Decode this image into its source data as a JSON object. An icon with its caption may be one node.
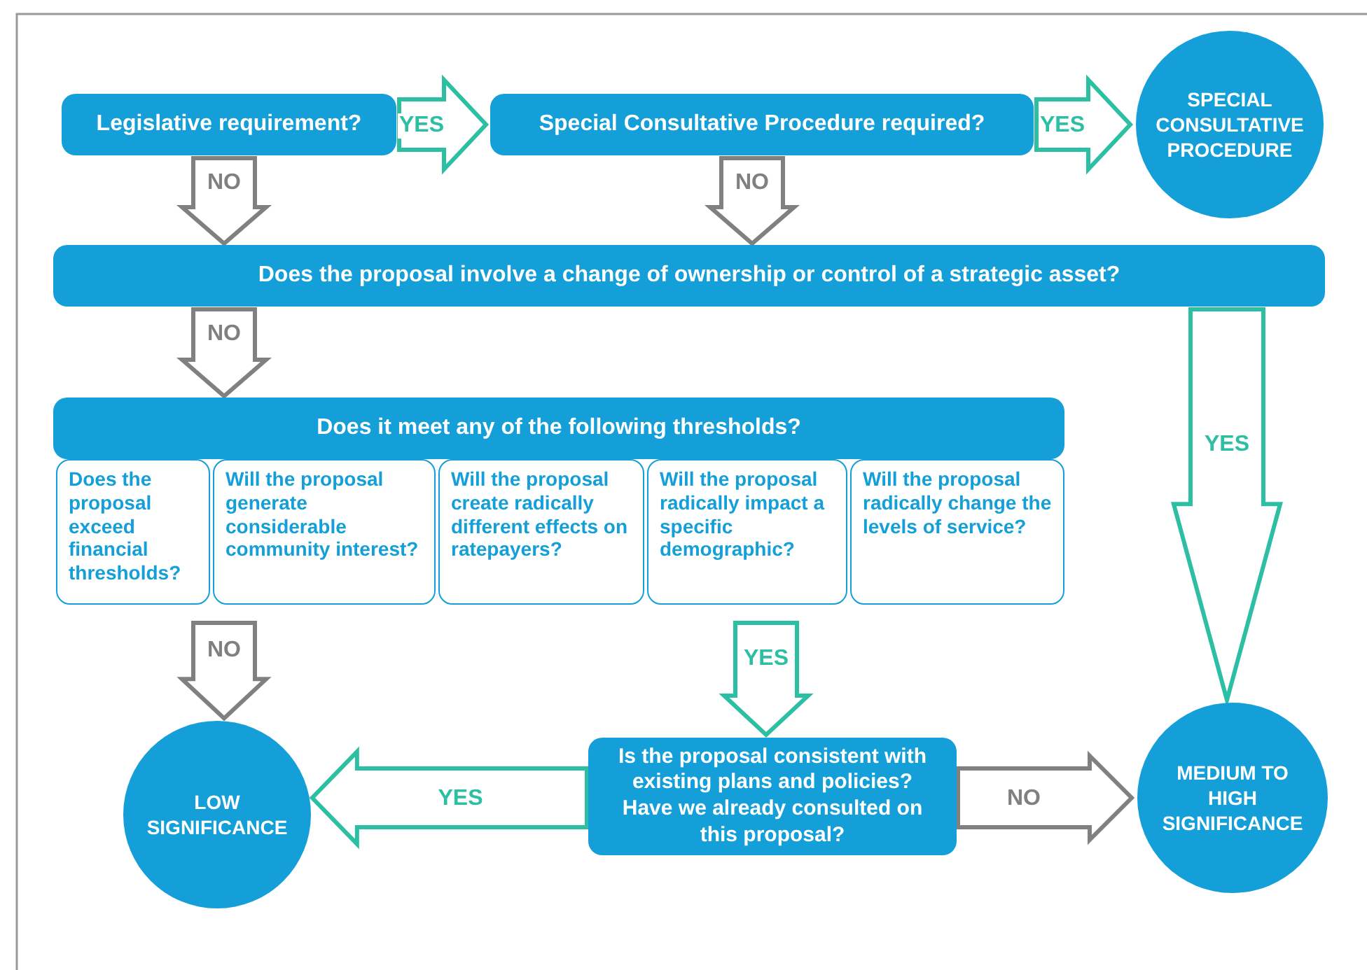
{
  "diagram": {
    "nodes": [
      {
        "text": [
          "Legislative requirement?"
        ]
      },
      {
        "text": [
          "Special Consultative Procedure required?"
        ]
      },
      {
        "text": [
          "SPECIAL CONSULTATIVE PROCEDURE"
        ]
      },
      {
        "text": [
          "Does the proposal involve a change of ownership or control of a strategic asset?"
        ]
      },
      {
        "text": [
          "Does it meet any of the following thresholds?"
        ]
      },
      {
        "text": [
          "Does the proposal exceed financial thresholds?"
        ]
      },
      {
        "text": [
          "Will the proposal generate considerable community interest?"
        ]
      },
      {
        "text": [
          "Will the proposal create radically different effects on ratepayers?"
        ]
      },
      {
        "text": [
          "Will the proposal radically impact a specific demographic?"
        ]
      },
      {
        "text": [
          "Will the proposal radically change the levels of service?"
        ]
      },
      {
        "text": [
          "LOW SIGNIFICANCE"
        ]
      },
      {
        "text": [
          "Is the proposal consistent with existing plans and policies? Have we already consulted on this proposal?"
        ]
      },
      {
        "text": [
          "MEDIUM TO HIGH SIGNIFICANCE"
        ]
      }
    ],
    "edges": [
      {
        "from": 0,
        "to": 1,
        "arrow": "to",
        "label": "YES",
        "color": "#2dbfa4"
      },
      {
        "from": 1,
        "to": 2,
        "arrow": "to",
        "label": "YES",
        "color": "#2dbfa4"
      },
      {
        "from": 0,
        "to": 3,
        "arrow": "to",
        "label": "NO",
        "color": "#808080"
      },
      {
        "from": 1,
        "to": 3,
        "arrow": "to",
        "label": "NO",
        "color": "#808080"
      },
      {
        "from": 3,
        "to": 4,
        "arrow": "to",
        "label": "NO",
        "color": "#808080"
      },
      {
        "from": 3,
        "to": 12,
        "arrow": "to",
        "label": "YES",
        "color": "#2dbfa4"
      },
      {
        "from": 5,
        "to": 10,
        "arrow": "to",
        "label": "NO",
        "color": "#808080"
      },
      {
        "from": 8,
        "to": 11,
        "arrow": "to",
        "label": "YES",
        "color": "#2dbfa4"
      },
      {
        "from": 11,
        "to": 10,
        "arrow": "to",
        "label": "YES",
        "color": "#2dbfa4"
      },
      {
        "from": 11,
        "to": 12,
        "arrow": "to",
        "label": "NO",
        "color": "#808080"
      }
    ]
  }
}
